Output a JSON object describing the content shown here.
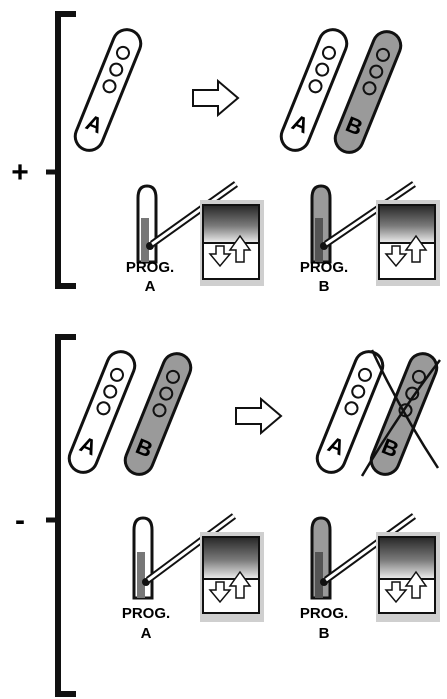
{
  "sections": [
    {
      "sign": "+",
      "remotes_before": [
        "A"
      ],
      "remotes_after": [
        "A",
        "B"
      ],
      "prog_label": "PROG.",
      "receivers": [
        "A",
        "B"
      ]
    },
    {
      "sign": "-",
      "remotes_before": [
        "A",
        "B"
      ],
      "remotes_after": [
        "A",
        "B"
      ],
      "removed_remote": "B",
      "prog_label": "PROG.",
      "receivers": [
        "A",
        "B"
      ]
    }
  ],
  "icons": {
    "arrow": "right-arrow-icon",
    "remote": "remote-control-icon",
    "motor": "prog-button-icon",
    "shutter": "roller-shutter-icon",
    "cross": "cross-out-icon"
  },
  "colors": {
    "line": "#111111",
    "remote_white": "#ffffff",
    "remote_grey": "#9a9a9a",
    "panel_grey": "#c8c8c8"
  }
}
